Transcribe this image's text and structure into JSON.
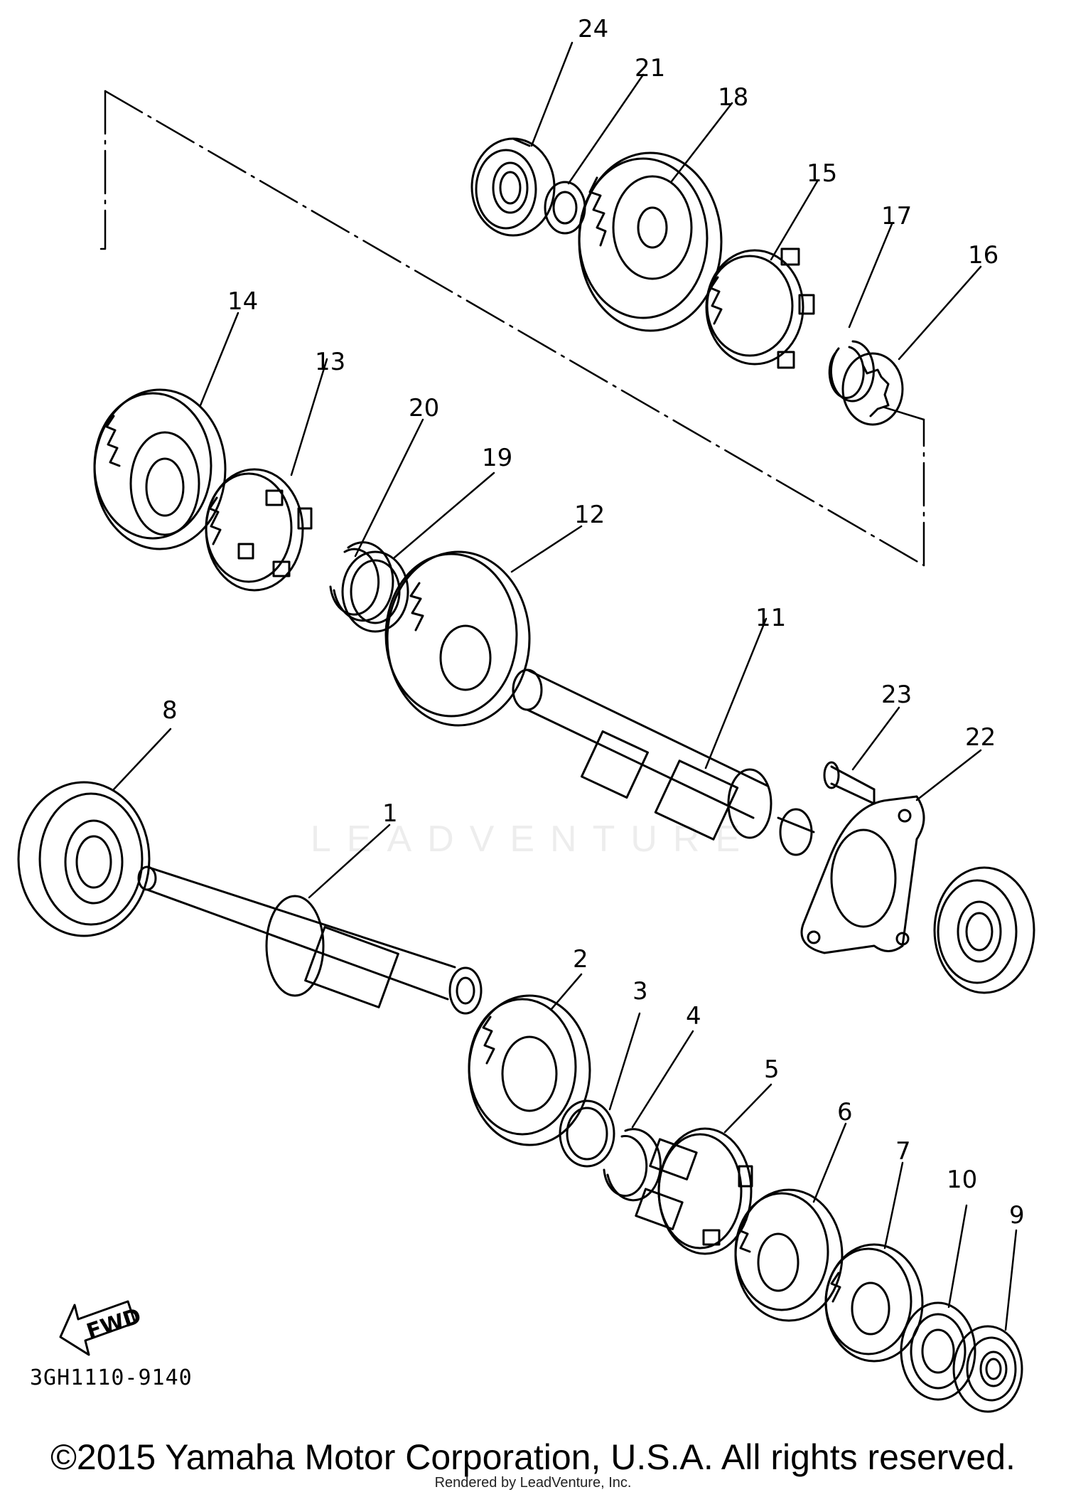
{
  "diagram": {
    "callouts": [
      "1",
      "2",
      "3",
      "4",
      "5",
      "6",
      "7",
      "8",
      "9",
      "10",
      "11",
      "12",
      "13",
      "14",
      "15",
      "16",
      "17",
      "18",
      "19",
      "20",
      "21",
      "22",
      "23",
      "24"
    ],
    "fwd_label": "FWD",
    "doc_code": "3GH1110-9140",
    "watermark": "LEADVENTURE",
    "copyright": "©2015 Yamaha Motor Corporation, U.S.A. All rights reserved.",
    "rendered_by": "Rendered by LeadVenture, Inc."
  }
}
